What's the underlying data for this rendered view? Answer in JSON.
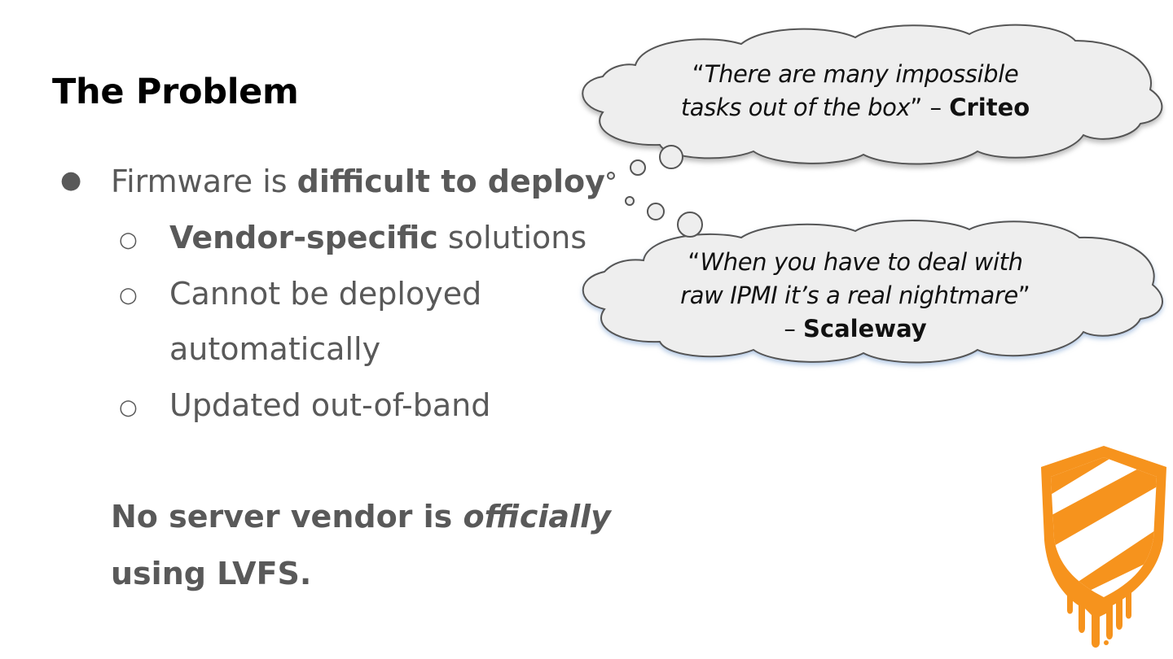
{
  "title": "The Problem",
  "bullets": {
    "main": {
      "prefix": "Firmware is ",
      "bold": "difficult to deploy"
    },
    "subs": [
      {
        "bold": "Vendor-specific",
        "rest": " solutions"
      },
      {
        "line1": "Cannot be deployed",
        "line2": "automatically"
      },
      {
        "text": "Updated out-of-band"
      }
    ]
  },
  "conclusion": {
    "part1": "No server vendor is ",
    "italic": "officially",
    "line2": "using LVFS."
  },
  "quotes": [
    {
      "open": "“",
      "line1": "There are many impossible",
      "line2_italic": "tasks out of the box",
      "close": "”",
      "dash": " – ",
      "attribution": "Criteo"
    },
    {
      "open": "“",
      "line1": "When you have to deal with",
      "line2_italic": "raw IPMI it’s a real nightmare",
      "close": "”",
      "dash": "– ",
      "attribution": "Scaleway"
    }
  ],
  "colors": {
    "title": "#000000",
    "body": "#595959",
    "cloud_fill": "#eeeeee",
    "cloud_stroke": "#555555",
    "logo_orange": "#f6931d"
  },
  "icons": {
    "logo": "meltdown-shield-logo",
    "bullet_level1": "filled-circle",
    "bullet_level2": "hollow-circle"
  }
}
